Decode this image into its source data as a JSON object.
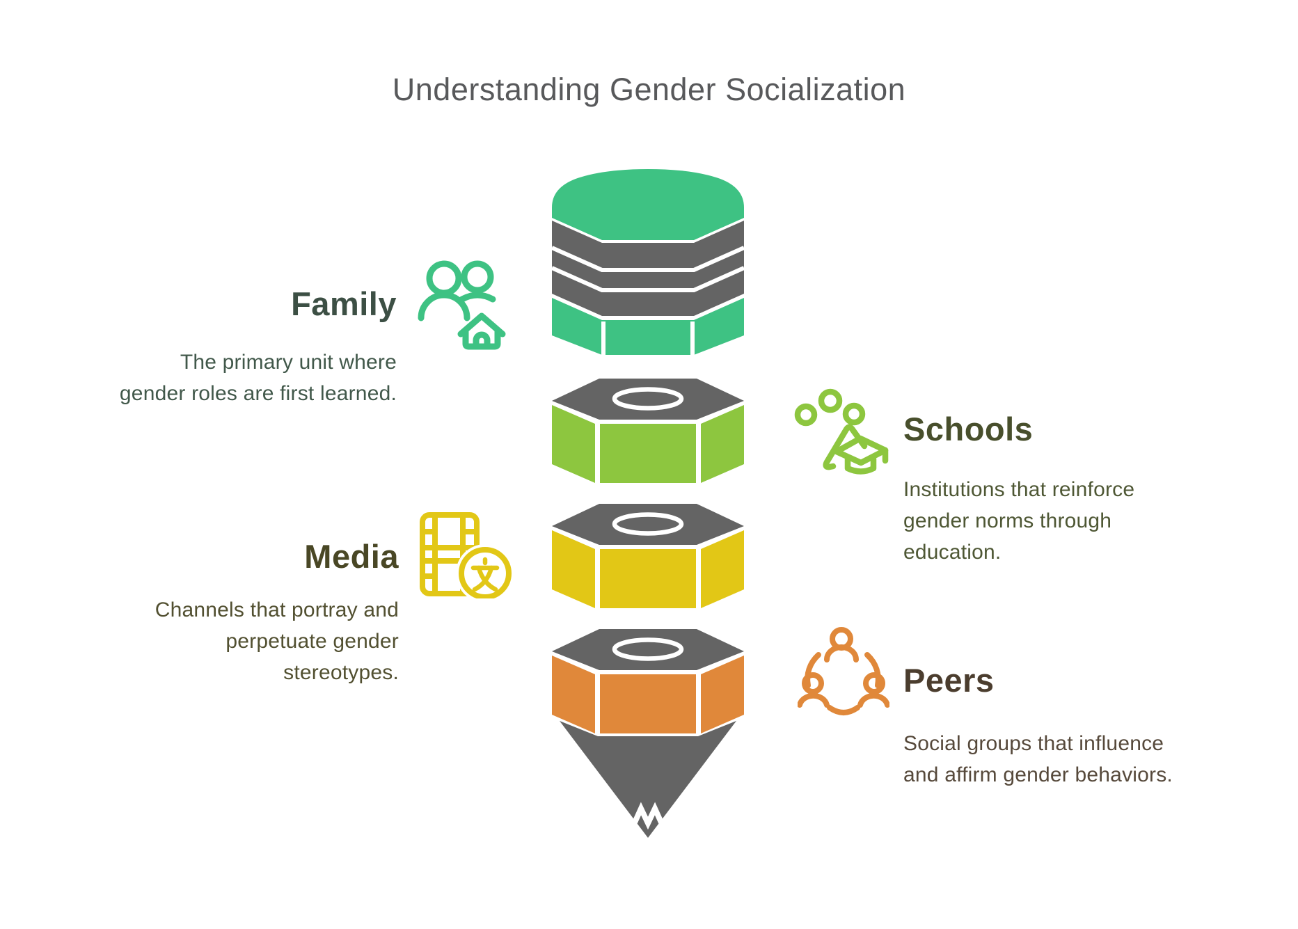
{
  "title": "Understanding Gender Socialization",
  "graphic": {
    "kind": "pencil-funnel",
    "segment_order": [
      "family",
      "schools",
      "media",
      "peers"
    ],
    "tip": "pencil-tip"
  },
  "colors": {
    "family": "#3EC283",
    "schools": "#8DC63F",
    "media": "#E2C716",
    "peers": "#E0883A",
    "pencil_gray": "#646464",
    "title_text": "#58595B",
    "family_heading": "#3C4F44",
    "family_text": "#41584A",
    "schools_heading": "#484F2C",
    "schools_text": "#4E5734",
    "media_heading": "#494725",
    "media_text": "#525031",
    "peers_heading": "#4B3D2E",
    "peers_text": "#56493B",
    "background": "#FFFFFF"
  },
  "sections": [
    {
      "id": "family",
      "label": "Family",
      "description_lines": [
        "The primary unit where",
        "gender roles are first learned."
      ],
      "color": "#3EC283",
      "icon": "family-home-icon",
      "side": "left"
    },
    {
      "id": "schools",
      "label": "Schools",
      "description_lines": [
        "Institutions that reinforce",
        "gender norms through",
        "education."
      ],
      "color": "#8DC63F",
      "icon": "graduation-cap-icon",
      "side": "right"
    },
    {
      "id": "media",
      "label": "Media",
      "description_lines": [
        "Channels that portray and",
        "perpetuate gender",
        "stereotypes."
      ],
      "color": "#E2C716",
      "icon": "film-translate-icon",
      "side": "left"
    },
    {
      "id": "peers",
      "label": "Peers",
      "description_lines": [
        "Social groups that influence",
        "and affirm gender behaviors."
      ],
      "color": "#E0883A",
      "icon": "peer-group-icon",
      "side": "right"
    }
  ]
}
